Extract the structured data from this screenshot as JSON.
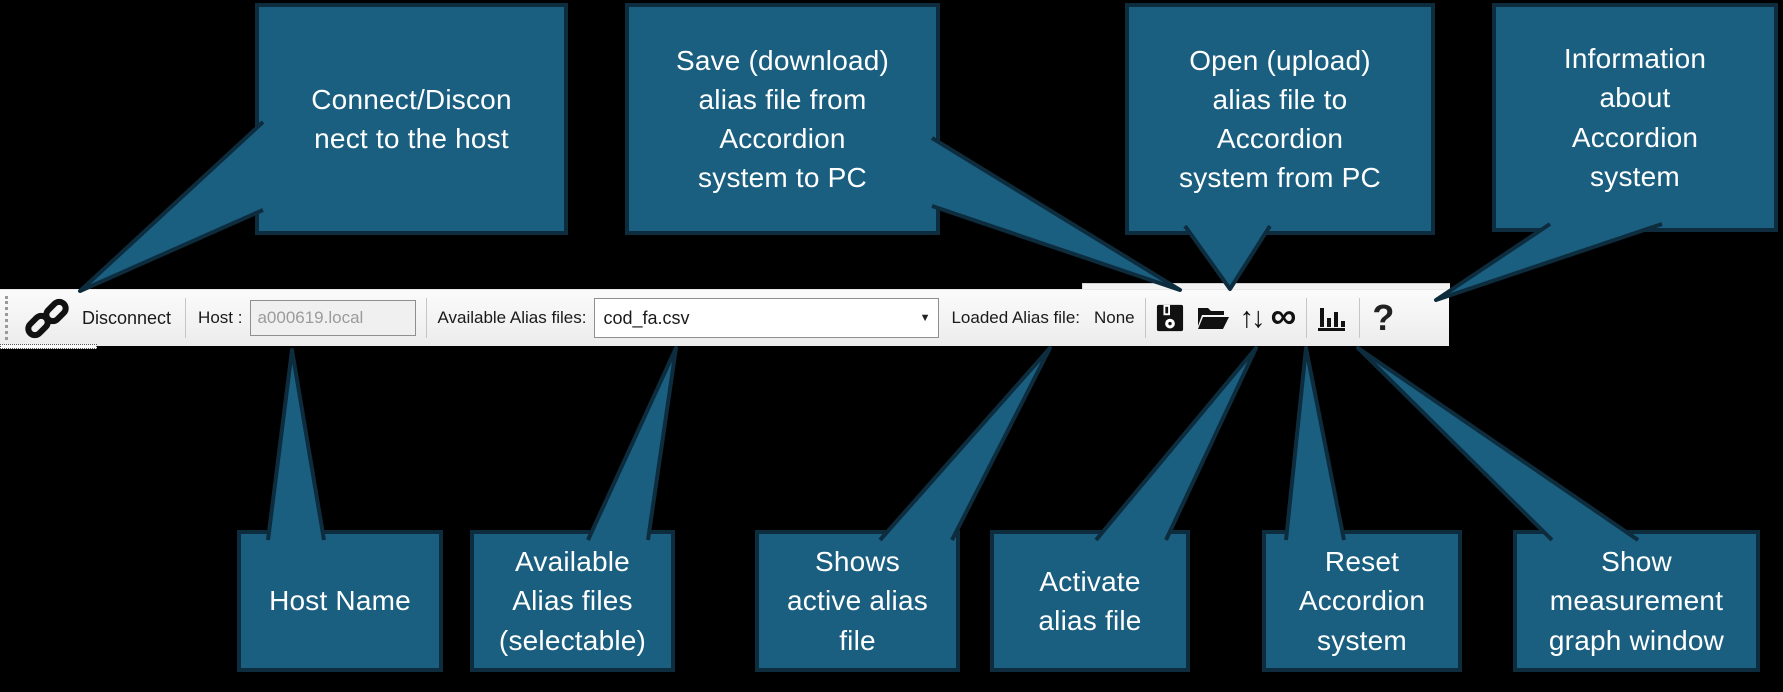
{
  "colors": {
    "callout_fill": "#1A5F80",
    "callout_border": "#0D2C3D",
    "callout_text": "#FFFFFF"
  },
  "toolbar": {
    "disconnect_label": "Disconnect",
    "host_label": "Host :",
    "host_value": "a000619.local",
    "available_label": "Available Alias files:",
    "available_selected": "cod_fa.csv",
    "dropdown_arrow": "▼",
    "loaded_label": "Loaded Alias file:",
    "loaded_value": "None",
    "updown_glyph": "↑↓",
    "infinity_glyph": "∞",
    "help_glyph": "?"
  },
  "callouts": {
    "top": [
      {
        "id": "connect-disconnect",
        "text": "Connect/Discon\nnect to the host"
      },
      {
        "id": "save-download",
        "text": "Save (download)\nalias file from\nAccordion\nsystem to PC"
      },
      {
        "id": "open-upload",
        "text": "Open (upload)\nalias file to\nAccordion\nsystem from PC"
      },
      {
        "id": "information",
        "text": "Information\nabout\nAccordion\nsystem"
      }
    ],
    "bottom": [
      {
        "id": "host-name",
        "text": "Host Name"
      },
      {
        "id": "available-alias-files",
        "text": "Available\nAlias files\n(selectable)"
      },
      {
        "id": "shows-active-alias",
        "text": "Shows\nactive alias\nfile"
      },
      {
        "id": "activate-alias",
        "text": "Activate\nalias file"
      },
      {
        "id": "reset-system",
        "text": "Reset\nAccordion\nsystem"
      },
      {
        "id": "show-graph",
        "text": "Show\nmeasurement\ngraph window"
      }
    ]
  }
}
